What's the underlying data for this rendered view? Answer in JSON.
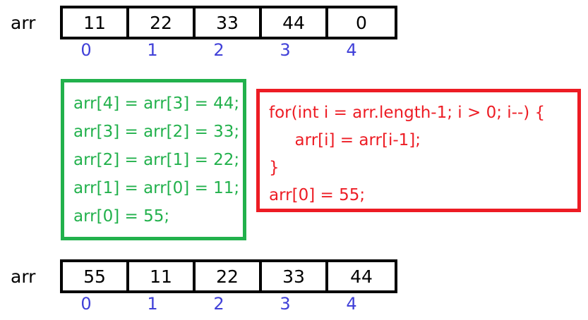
{
  "arrays": [
    {
      "name": "array-top",
      "label": "arr",
      "values": [
        "11",
        "22",
        "33",
        "44",
        "0"
      ],
      "indices": [
        "0",
        "1",
        "2",
        "3",
        "4"
      ]
    },
    {
      "name": "array-bottom",
      "label": "arr",
      "values": [
        "55",
        "11",
        "22",
        "33",
        "44"
      ],
      "indices": [
        "0",
        "1",
        "2",
        "3",
        "4"
      ]
    }
  ],
  "green_box": {
    "color": "#22b14c",
    "lines": [
      "arr[4] = arr[3] = 44;",
      "arr[3] = arr[2] = 33;",
      "arr[2] = arr[1] = 22;",
      "arr[1] = arr[0] = 11;",
      "arr[0] = 55;"
    ]
  },
  "red_box": {
    "color": "#ed1c24",
    "lines": [
      "for(int i = arr.length-1; i > 0; i--) {",
      "     arr[i] = arr[i-1];",
      "}",
      "arr[0] = 55;"
    ]
  },
  "colors": {
    "index_blue": "#4040d8",
    "cell_border": "#000000",
    "green": "#22b14c",
    "red": "#ed1c24"
  }
}
